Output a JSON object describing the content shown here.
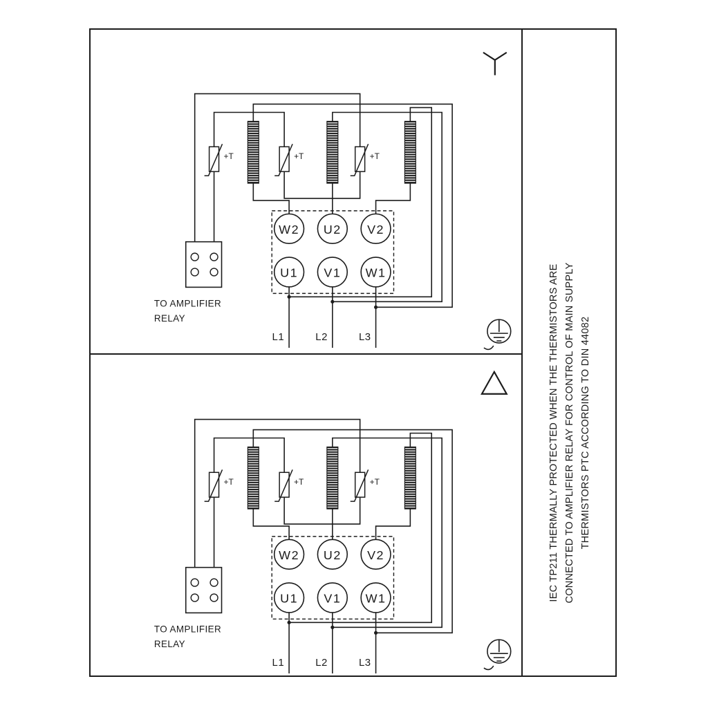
{
  "note": {
    "lines": [
      "IEC TP211 THERMALLY PROTECTED WHEN THE THERMISTORS ARE",
      "CONNECTED TO AMPLIFIER RELAY FOR CONTROL OF MAIN SUPPLY",
      "THERMISTORS PTC ACCORDING TO DIN 44082"
    ]
  },
  "panels": [
    {
      "connection": "star",
      "thermistor_label": "+T",
      "relay_caption_line1": "TO AMPLIFIER",
      "relay_caption_line2": "RELAY",
      "terminals_top": [
        "W2",
        "U2",
        "V2"
      ],
      "terminals_bottom": [
        "U1",
        "V1",
        "W1"
      ],
      "supply": [
        "L1",
        "L2",
        "L3"
      ]
    },
    {
      "connection": "delta",
      "thermistor_label": "+T",
      "relay_caption_line1": "TO AMPLIFIER",
      "relay_caption_line2": "RELAY",
      "terminals_top": [
        "W2",
        "U2",
        "V2"
      ],
      "terminals_bottom": [
        "U1",
        "V1",
        "W1"
      ],
      "supply": [
        "L1",
        "L2",
        "L3"
      ]
    }
  ],
  "colors": {
    "ink": "#1c1c1c",
    "background": "#ffffff"
  }
}
